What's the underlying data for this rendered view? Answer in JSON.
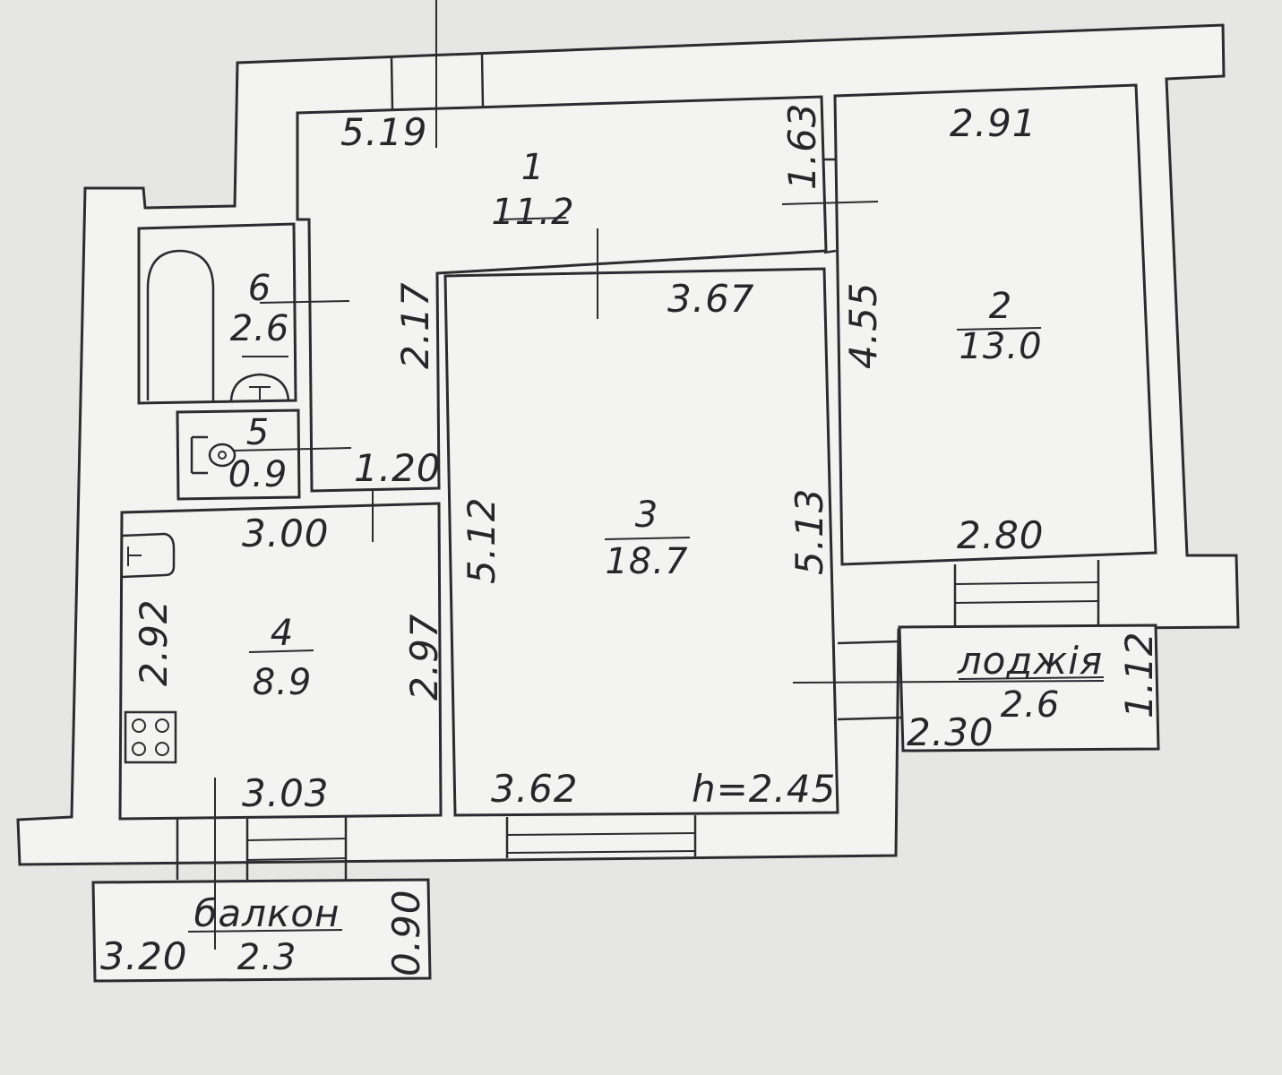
{
  "rooms": {
    "r1": {
      "number": "1",
      "area": "11.2"
    },
    "r2": {
      "number": "2",
      "area": "13.0"
    },
    "r3": {
      "number": "3",
      "area": "18.7"
    },
    "r4": {
      "number": "4",
      "area": "8.9"
    },
    "r5": {
      "number": "5",
      "area": "0.9"
    },
    "r6": {
      "number": "6",
      "area": "2.6"
    },
    "loggia": {
      "name": "лоджія",
      "area": "2.6"
    },
    "balcony": {
      "name": "балкон",
      "area": "2.3"
    }
  },
  "dimensions": {
    "d_5_19": "5.19",
    "d_1_63": "1.63",
    "d_2_91": "2.91",
    "d_3_67": "3.67",
    "d_2_17": "2.17",
    "d_4_55": "4.55",
    "d_1_20": "1.20",
    "d_3_00": "3.00",
    "d_5_12": "5.12",
    "d_5_13": "5.13",
    "d_2_80": "2.80",
    "d_2_92": "2.92",
    "d_2_97": "2.97",
    "d_1_12": "1.12",
    "d_2_30": "2.30",
    "d_3_03": "3.03",
    "d_3_62": "3.62",
    "d_height": "h=2.45",
    "d_0_90": "0.90",
    "d_3_20": "3.20"
  }
}
